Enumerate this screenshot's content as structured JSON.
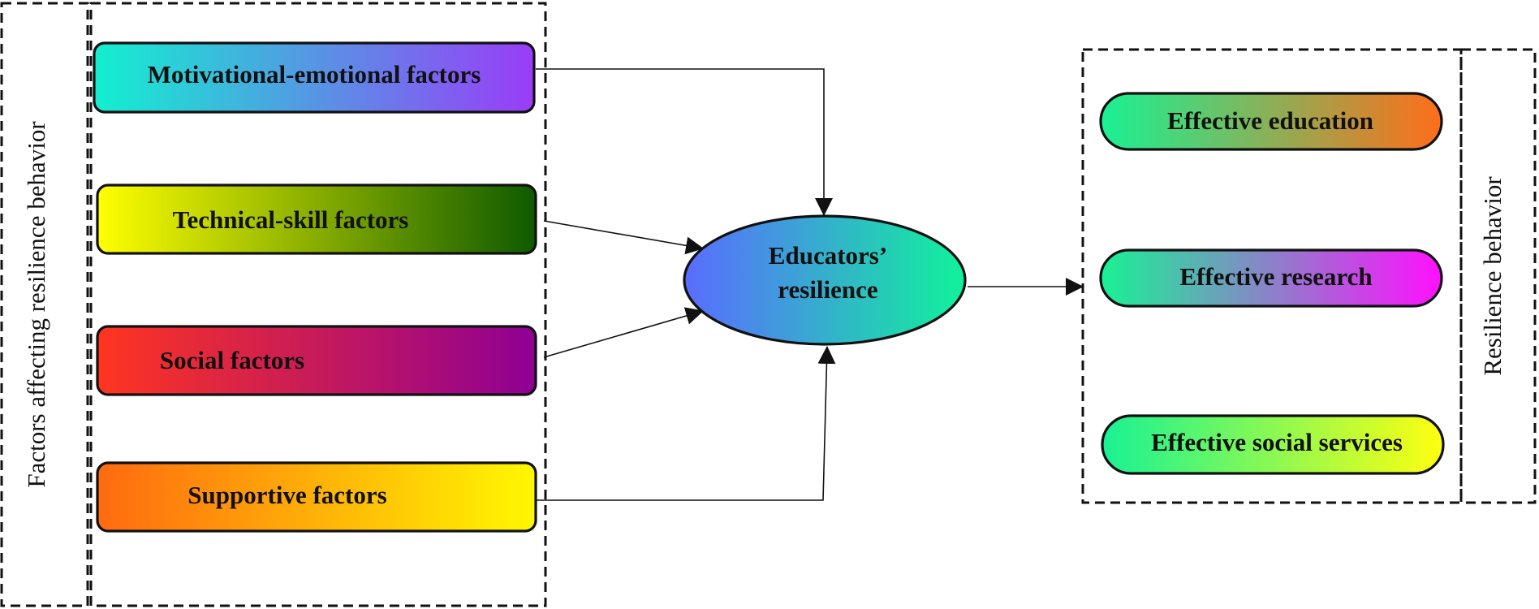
{
  "left_panel": {
    "title": "Factors affecting resilience behavior",
    "factors": [
      {
        "label": "Motivational-emotional factors",
        "gradient": [
          "#12f0d0",
          "#9a3cf8"
        ]
      },
      {
        "label": "Technical-skill factors",
        "gradient": [
          "#ffff00",
          "#0f5a00"
        ]
      },
      {
        "label": "Social factors",
        "gradient": [
          "#ff3520",
          "#8e0094"
        ]
      },
      {
        "label": "Supportive factors",
        "gradient": [
          "#ff6a10",
          "#fff800"
        ]
      }
    ]
  },
  "center": {
    "line1": "Educators’",
    "line2": "resilience",
    "gradient": [
      "#5a6cff",
      "#10f29a"
    ]
  },
  "right_panel": {
    "title": "Resilience behavior",
    "outcomes": [
      {
        "label": "Effective education",
        "gradient": [
          "#18f294",
          "#ff6d1a"
        ]
      },
      {
        "label": "Effective research",
        "gradient": [
          "#18f294",
          "#ff10ff"
        ]
      },
      {
        "label": "Effective social services",
        "gradient": [
          "#18f294",
          "#ffff10"
        ]
      }
    ]
  }
}
